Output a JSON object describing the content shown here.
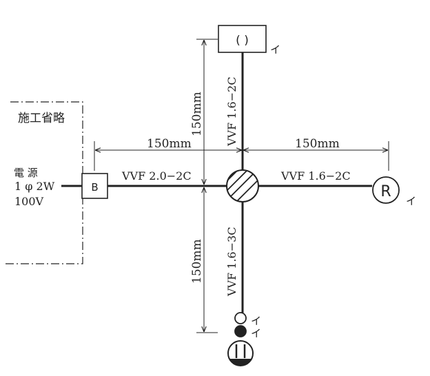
{
  "omitted_area": {
    "label": "施工省略"
  },
  "power_source": {
    "line1": "電 源",
    "line2": "1 φ 2W",
    "line3": "100V"
  },
  "breaker": {
    "symbol": "B"
  },
  "junction_box": {
    "label": ""
  },
  "ceiling_light": {
    "symbol": "( )",
    "mark": "イ"
  },
  "receptacle_light": {
    "symbol": "R",
    "mark": "イ"
  },
  "switch_white": {
    "mark": "イ"
  },
  "switch_black": {
    "mark": "イ"
  },
  "cables": {
    "left": "VVF 2.0−2C",
    "right": "VVF 1.6−2C",
    "top": "VVF 1.6−2C",
    "bottom": "VVF 1.6−3C"
  },
  "dimensions": {
    "left": "150mm",
    "right": "150mm",
    "top": "150mm",
    "bottom": "150mm"
  }
}
